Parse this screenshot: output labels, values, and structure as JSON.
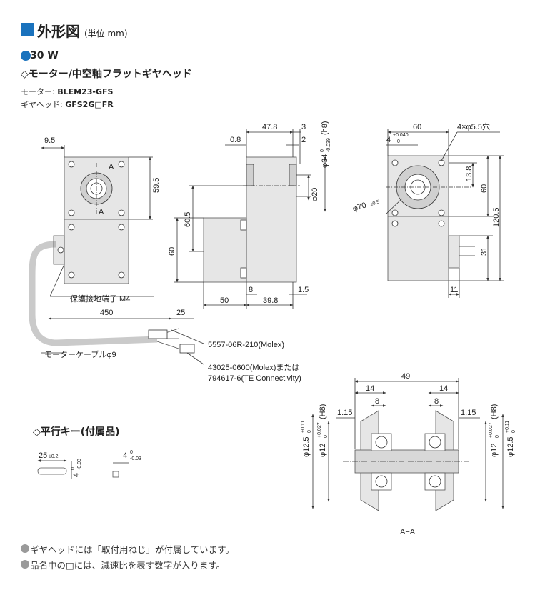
{
  "header": {
    "title": "外形図",
    "unit": "(単位 mm)"
  },
  "model": {
    "power": "30 W",
    "subtitle": "◇モーター/中空軸フラットギヤヘッド",
    "motor_label": "モーター:",
    "motor_value": "BLEM23-GFS",
    "gear_label": "ギヤヘッド:",
    "gear_value": "GFS2G□FR"
  },
  "front_view": {
    "dim_top": "9.5",
    "dim_right": "59.5",
    "section_a_top": "A",
    "section_a_bottom": "A",
    "ground_label": "保護接地端子 M4",
    "dim_450": "450",
    "dim_25": "25",
    "connector1": "5557-06R-210(Molex)",
    "connector2a": "43025-0600(Molex)または",
    "connector2b": "794617-6(TE Connectivity)",
    "cable_label": "モーターケーブルφ9"
  },
  "side_view": {
    "d478": "47.8",
    "d3": "3",
    "d08": "0.8",
    "d2": "2",
    "d34": "φ34",
    "d34_tol_up": "0",
    "d34_tol_low": "-0.039",
    "d34_fit": "(h8)",
    "d20": "φ20",
    "d605": "60.5",
    "d60": "60",
    "d8": "8",
    "d15": "1.5",
    "d50": "50",
    "d398": "39.8"
  },
  "rear_view": {
    "d60": "60",
    "holes": "4×φ5.5穴",
    "d4": "4",
    "d4_tol_up": "+0.040",
    "d4_tol_low": "0",
    "d138": "13.8",
    "d60v": "60",
    "d70": "φ70",
    "d70_tol": "±0.5",
    "d1205": "120.5",
    "d31": "31",
    "d11": "11"
  },
  "key": {
    "title": "◇平行キー(付属品)",
    "length": "25",
    "length_tol": "±0.2",
    "height": "4",
    "height_tol_up": "0",
    "height_tol_low": "-0.03",
    "width": "4",
    "width_tol_up": "0",
    "width_tol_low": "-0.03"
  },
  "section": {
    "d49": "49",
    "d14a": "14",
    "d14b": "14",
    "d8a": "8",
    "d8b": "8",
    "d115a": "1.15",
    "d115b": "1.15",
    "d125": "φ12.5",
    "d125_tol_up": "+0.11",
    "d125_tol_low": "0",
    "d12": "φ12",
    "d12_tol_up": "+0.027",
    "d12_tol_low": "0",
    "d12_fit": "(H8)",
    "label": "A−A"
  },
  "notes": [
    "ギヤヘッドには「取付用ねじ」が付属しています。",
    "品名中の□には、減速比を表す数字が入ります。"
  ],
  "colors": {
    "accent": "#1a72bd",
    "body_gray": "#e6e6e6",
    "note_dot": "#9a9a9a"
  }
}
